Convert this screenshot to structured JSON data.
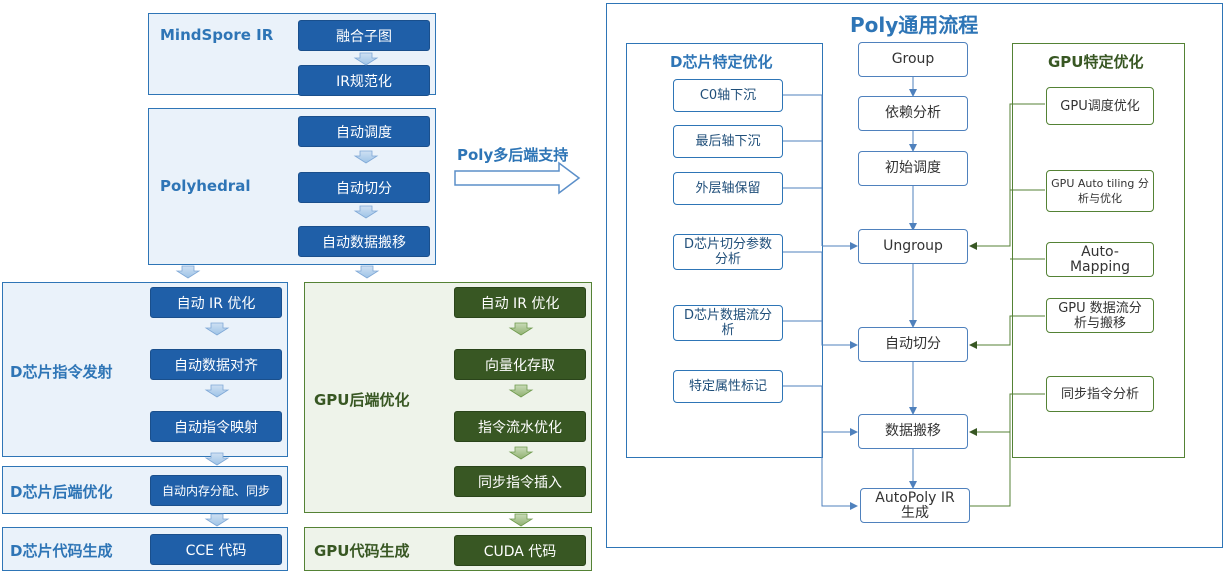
{
  "left": {
    "mindspore": {
      "label": "MindSpore IR",
      "steps": [
        "融合子图",
        "IR规范化"
      ]
    },
    "polyhedral": {
      "label": "Polyhedral",
      "steps": [
        "自动调度",
        "自动切分",
        "自动数据搬移"
      ]
    },
    "d_emit": {
      "label": "D芯片指令发射",
      "steps": [
        "自动 IR 优化",
        "自动数据对齐",
        "自动指令映射"
      ]
    },
    "d_backend": {
      "label": "D芯片后端优化",
      "steps": [
        "自动内存分配、同步"
      ]
    },
    "d_codegen": {
      "label": "D芯片代码生成",
      "steps": [
        "CCE 代码"
      ]
    },
    "gpu_backend": {
      "label": "GPU后端优化",
      "steps": [
        "自动 IR 优化",
        "向量化存取",
        "指令流水优化",
        "同步指令插入"
      ]
    },
    "gpu_codegen": {
      "label": "GPU代码生成",
      "steps": [
        "CUDA 代码"
      ]
    },
    "poly_support": "Poly多后端支持"
  },
  "right": {
    "title": "Poly通用流程",
    "d_panel": {
      "label": "D芯片特定优化",
      "items": [
        "C0轴下沉",
        "最后轴下沉",
        "外层轴保留",
        "D芯片切分参数分析",
        "D芯片数据流分析",
        "特定属性标记"
      ]
    },
    "center": [
      "Group",
      "依赖分析",
      "初始调度",
      "Ungroup",
      "自动切分",
      "数据搬移",
      "AutoPoly IR 生成"
    ],
    "gpu_panel": {
      "label": "GPU特定优化",
      "items": [
        "GPU调度优化",
        "GPU Auto tiling 分析与优化",
        "Auto-Mapping",
        "GPU 数据流分析与搬移",
        "同步指令分析"
      ]
    }
  },
  "colors": {
    "blue": "#2e75b6",
    "dark_blue": "#1f5fa8",
    "green": "#385723",
    "light_blue_fill": "#eaf2fa",
    "light_green_fill": "#eef3ea"
  }
}
